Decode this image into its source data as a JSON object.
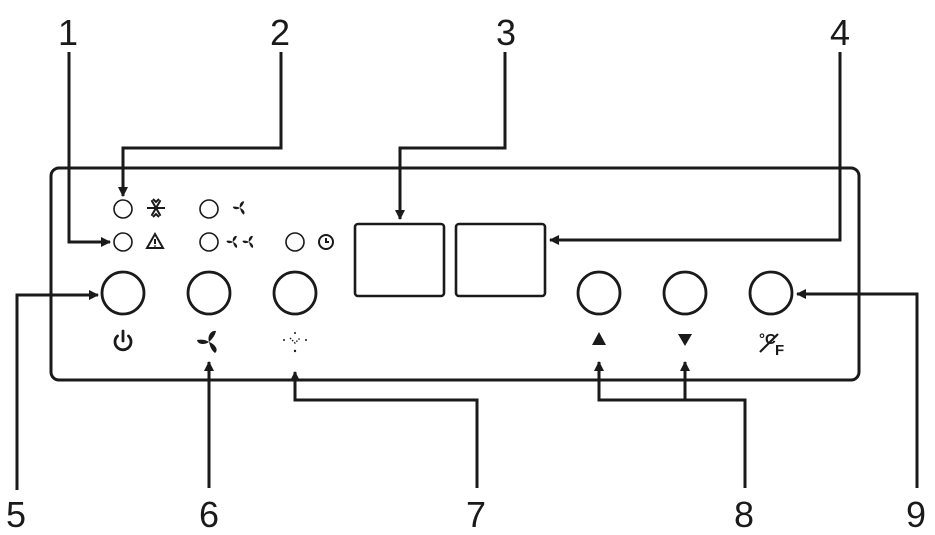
{
  "callouts": {
    "c1": "1",
    "c2": "2",
    "c3": "3",
    "c4": "4",
    "c5": "5",
    "c6": "6",
    "c7": "7",
    "c8": "8",
    "c9": "9"
  },
  "unit_toggle": {
    "degree_c": "°C",
    "f": "F"
  },
  "icons": [
    "snowflake-icon",
    "warning-icon",
    "fan-low-icon",
    "fan-high-icon",
    "timer-icon",
    "power-icon",
    "fan-icon",
    "mode-icon",
    "up-arrow-icon",
    "down-arrow-icon",
    "celsius-fahrenheit-icon"
  ]
}
